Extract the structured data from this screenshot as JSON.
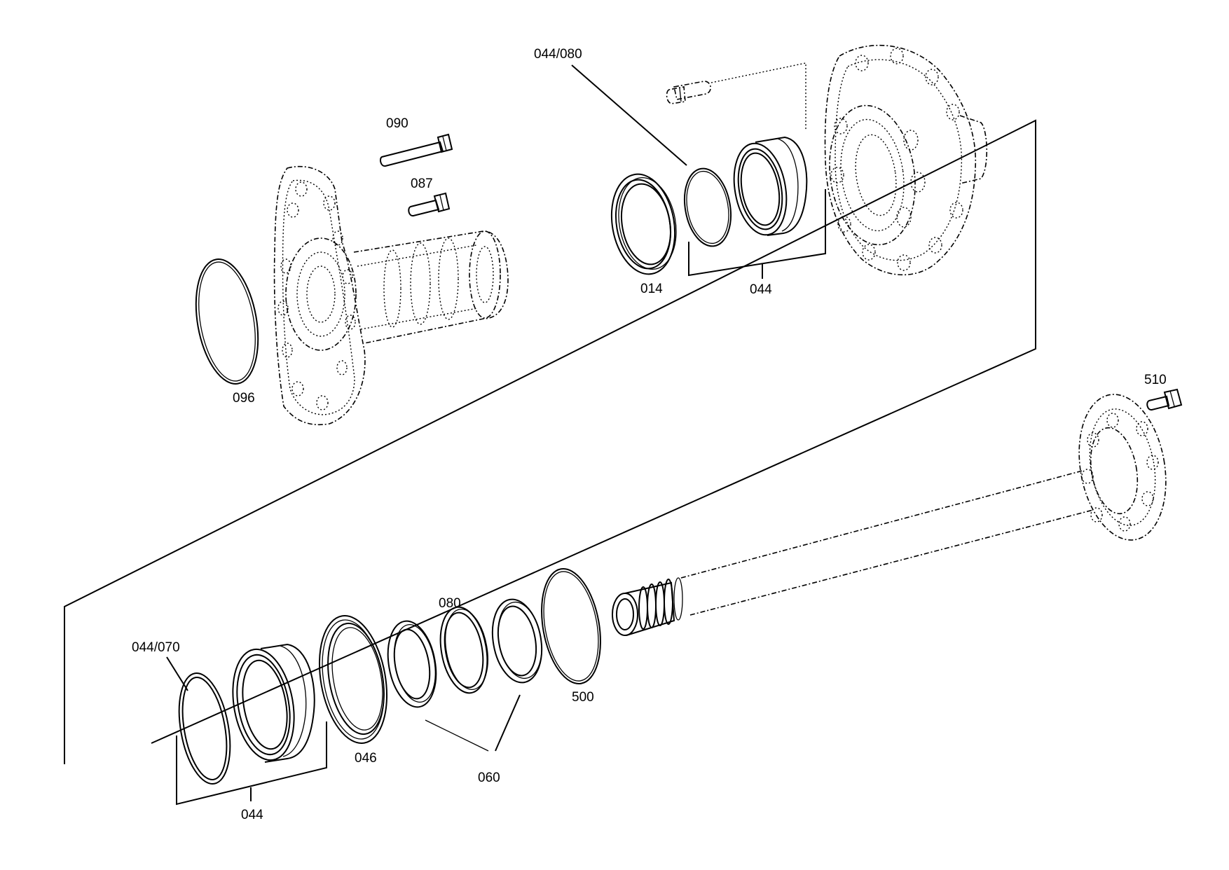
{
  "diagram": {
    "labels": {
      "p044_080": "044/080",
      "p090": "090",
      "p087": "087",
      "p014": "014",
      "p044_top": "044",
      "p096": "096",
      "p510": "510",
      "p080": "080",
      "p044_070": "044/070",
      "p046": "046",
      "p060": "060",
      "p500": "500",
      "p044_bottom": "044"
    }
  }
}
